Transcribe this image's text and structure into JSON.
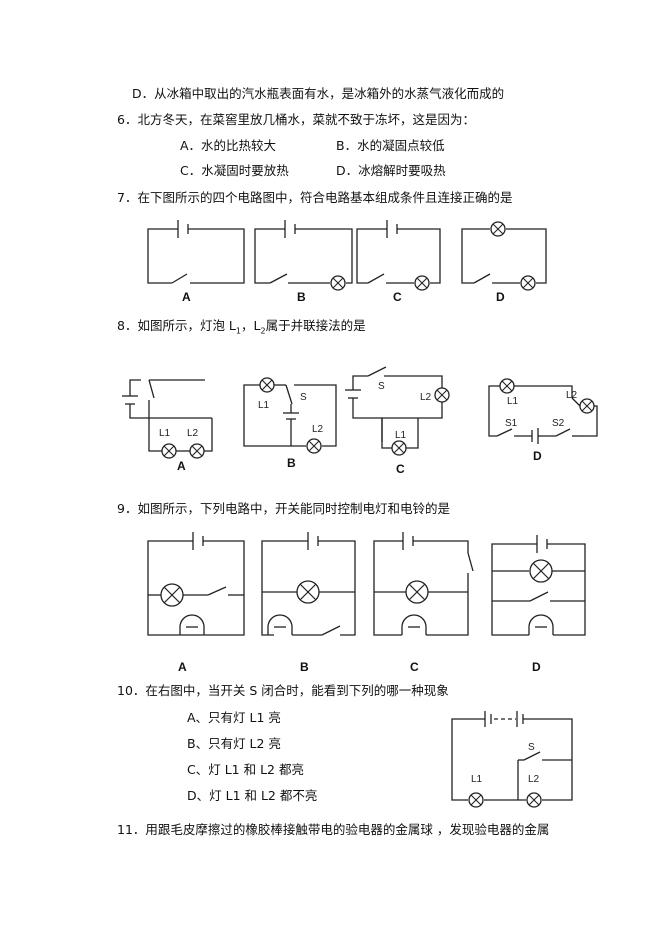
{
  "q5": {
    "option_d": "D．从冰箱中取出的汽水瓶表面有水，是冰箱外的水蒸气液化而成的"
  },
  "q6": {
    "stem": "6．北方冬天，在菜窖里放几桶水，菜就不致于冻坏，这是因为：",
    "options": [
      "A．水的比热较大",
      "B．水的凝固点较低",
      "C．水凝固时要放热",
      "D．冰熔解时要吸热"
    ]
  },
  "q7": {
    "stem": "7．在下图所示的四个电路图中，符合电路基本组成条件且连接正确的是",
    "labels": [
      "A",
      "B",
      "C",
      "D"
    ]
  },
  "q8": {
    "stem_prefix": "8．如图所示，灯泡 L",
    "sub1": "1",
    "comma": "，L",
    "sub2": "2",
    "stem_suffix": "属于并联接法的是",
    "labels": [
      "A",
      "B",
      "C",
      "D"
    ],
    "l1": "L1",
    "l2": "L2",
    "s": "S",
    "s1": "S1",
    "s2": "S2"
  },
  "q9": {
    "stem": "9．如图所示，下列电路中，开关能同时控制电灯和电铃的是",
    "labels": [
      "A",
      "B",
      "C",
      "D"
    ]
  },
  "q10": {
    "stem": "10．在右图中，当开关 S 闭合时，能看到下列的哪一种现象",
    "options": [
      "A、只有灯 L1 亮",
      "B、只有灯 L2 亮",
      "C、灯 L1 和 L2 都亮",
      "D、灯 L1 和 L2 都不亮"
    ],
    "l1": "L1",
    "l2": "L2",
    "s": "S"
  },
  "q11": {
    "stem": "11．用跟毛皮摩擦过的橡胶棒接触带电的验电器的金属球 ，发现验电器的金属"
  }
}
